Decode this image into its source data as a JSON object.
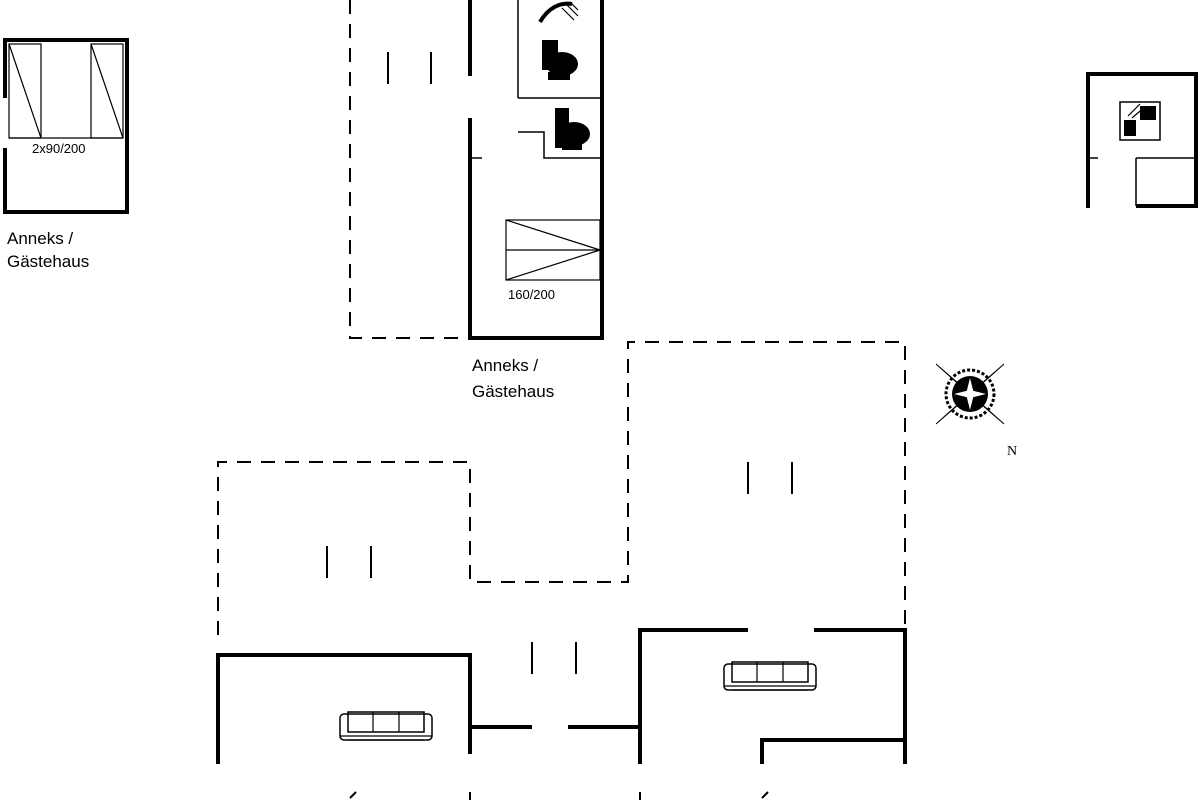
{
  "labels": {
    "annex_left": {
      "line1": "Anneks /",
      "line2": "Gästehaus"
    },
    "annex_center": {
      "line1": "Anneks /",
      "line2": "Gästehaus"
    },
    "bed_left_size": "2x90/200",
    "bed_center_size": "160/200",
    "north": "N"
  },
  "icons": {
    "shower": "shower-icon",
    "toilet": "toilet-icon",
    "sofa": "sofa-icon",
    "compass": "compass-rose-icon",
    "fireplace": "stove-icon"
  },
  "colors": {
    "line": "#000000",
    "background": "#ffffff"
  }
}
